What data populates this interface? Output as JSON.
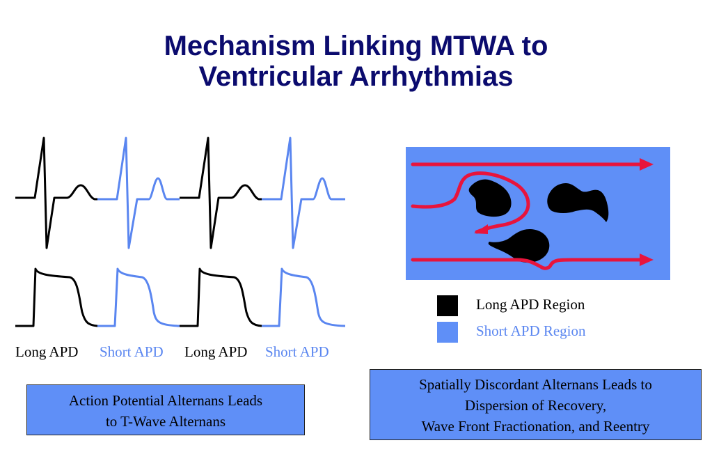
{
  "title": {
    "line1": "Mechanism Linking MTWA to",
    "line2": "Ventricular Arrhythmias"
  },
  "apd_labels": [
    "Long APD",
    "Short APD",
    "Long APD",
    "Short APD"
  ],
  "legend": [
    {
      "label": "Long APD Region",
      "color": "#000000"
    },
    {
      "label": "Short APD Region",
      "color": "#5f8ff7"
    }
  ],
  "left_box": {
    "line1": "Action Potential Alternans Leads",
    "line2": "to T-Wave Alternans"
  },
  "right_box": {
    "line1": "Spatially Discordant Alternans Leads to",
    "line2": "Dispersion of Recovery,",
    "line3": "Wave Front Fractionation, and Reentry"
  },
  "colors": {
    "title": "#0b0b6e",
    "long": "#000000",
    "short": "#5a86f0",
    "tissue": "#5f8ff7",
    "wavefront": "#e8143c"
  }
}
